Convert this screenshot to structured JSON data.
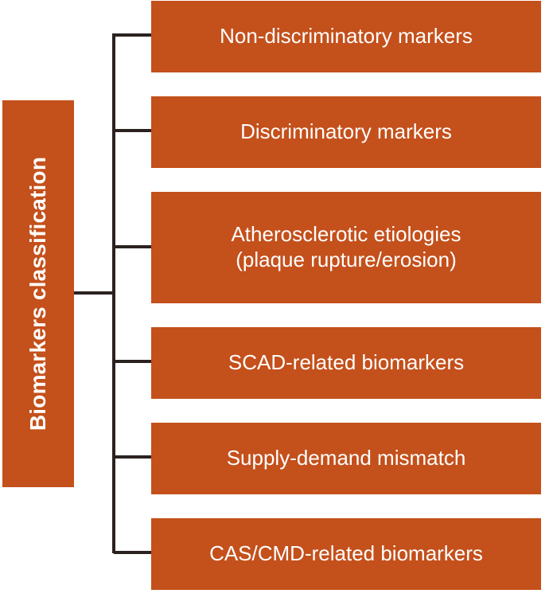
{
  "diagram": {
    "type": "tree-hierarchy",
    "title": "Biomarkers classification",
    "root": {
      "label": "Biomarkers classification",
      "orientation": "vertical-rotated",
      "fill_color": "#C4501B",
      "text_color": "#FFFFFF"
    },
    "connector": {
      "color": "#2B2220",
      "style": "orthogonal-elbow"
    },
    "branches": [
      {
        "id": "non-discriminatory-markers",
        "label": "Non-discriminatory markers",
        "lines": [
          "Non-discriminatory markers"
        ],
        "fill_color": "#C4501B",
        "text_color": "#FFFFFF"
      },
      {
        "id": "discriminatory-markers",
        "label": "Discriminatory markers",
        "lines": [
          "Discriminatory markers"
        ],
        "fill_color": "#C4501B",
        "text_color": "#FFFFFF"
      },
      {
        "id": "atherosclerotic-etiologies",
        "label": "Atherosclerotic etiologies (plaque rupture/erosion)",
        "lines": [
          "Atherosclerotic etiologies",
          "(plaque rupture/erosion)"
        ],
        "fill_color": "#C4501B",
        "text_color": "#FFFFFF"
      },
      {
        "id": "scad-related-biomarkers",
        "label": "SCAD-related biomarkers",
        "lines": [
          "SCAD-related biomarkers"
        ],
        "fill_color": "#C4501B",
        "text_color": "#FFFFFF"
      },
      {
        "id": "supply-demand-mismatch",
        "label": "Supply-demand mismatch",
        "lines": [
          "Supply-demand mismatch"
        ],
        "fill_color": "#C4501B",
        "text_color": "#FFFFFF"
      },
      {
        "id": "cas-cmd-related-biomarkers",
        "label": "CAS/CMD-related biomarkers",
        "lines": [
          "CAS/CMD-related biomarkers"
        ],
        "fill_color": "#C4501B",
        "text_color": "#FFFFFF"
      }
    ]
  }
}
